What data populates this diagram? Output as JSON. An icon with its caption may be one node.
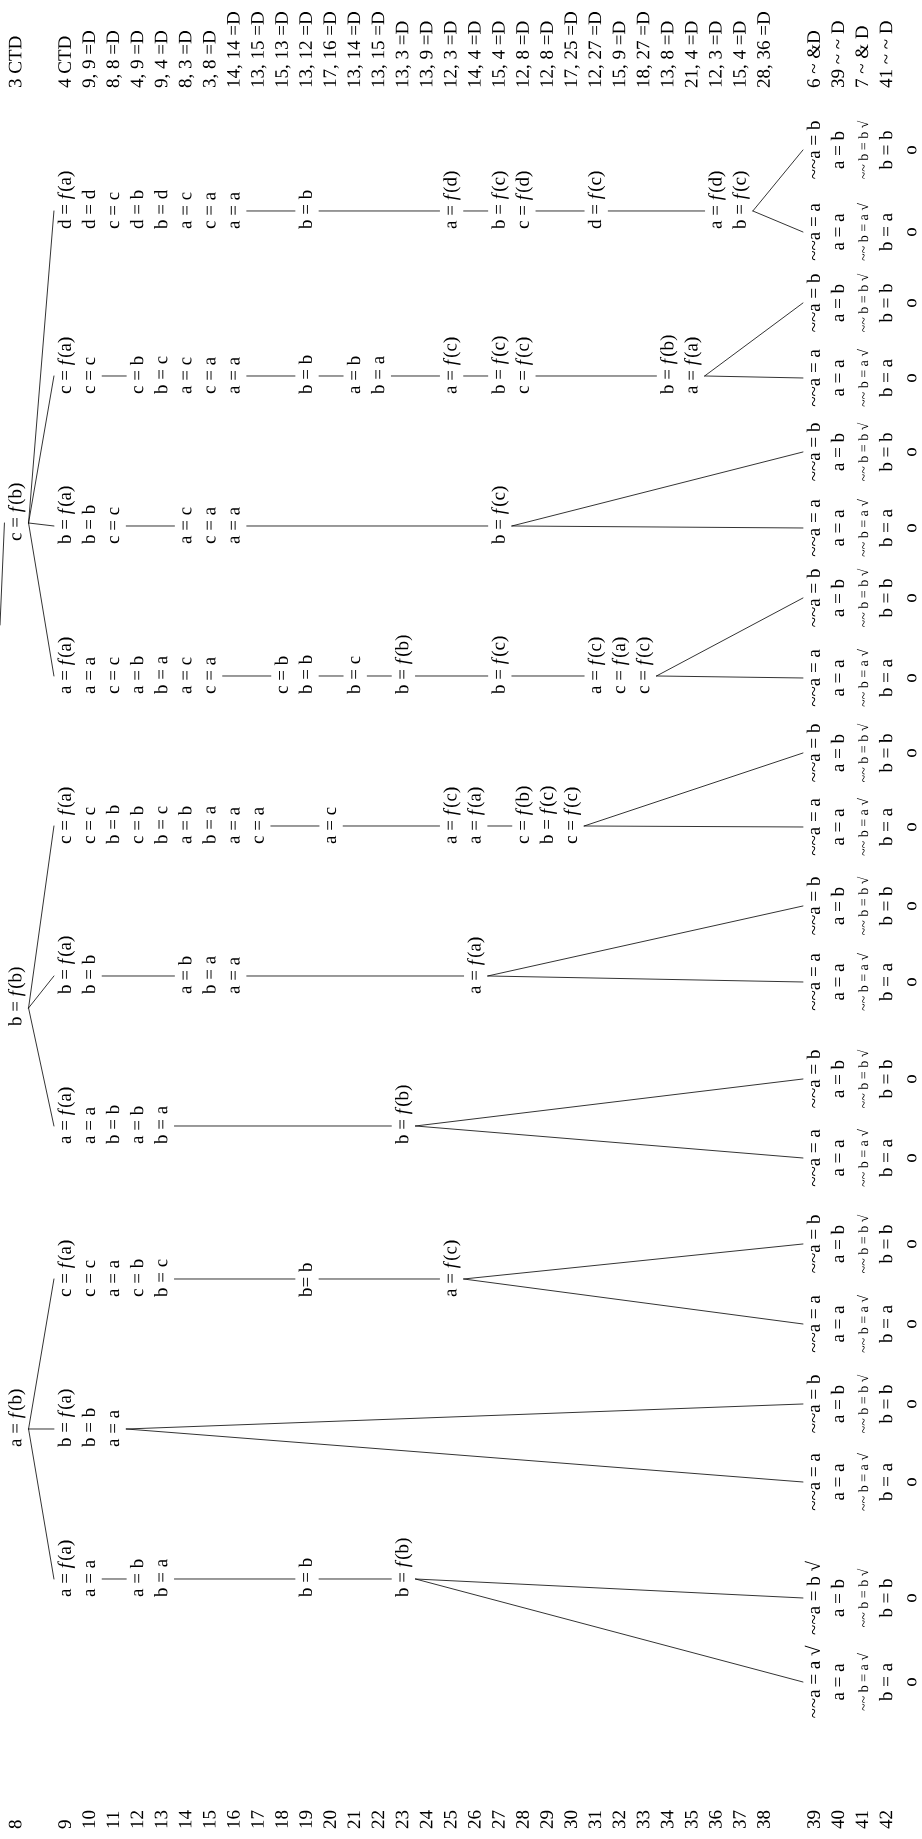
{
  "diagram": {
    "nodes": [
      {
        "text": [
          "a = *f*(b)"
        ]
      },
      {
        "text": [
          "b = *f*(b)"
        ]
      },
      {
        "text": [
          "c = *f*(b)"
        ]
      },
      {
        "text": [
          "a = *f*(a)",
          "a = a"
        ]
      },
      {
        "text": [
          "a = b",
          "b = a"
        ]
      },
      {
        "text": [
          "b = b"
        ]
      },
      {
        "text": [
          "b = *f*(b)"
        ]
      },
      {
        "text": [
          "~~a = a √",
          "a = a",
          "~~ b = a √",
          "b = a",
          "o"
        ]
      },
      {
        "text": [
          "~~a = b √",
          "a = b",
          "~~ b = b √",
          "b = b",
          "o"
        ]
      },
      {
        "text": [
          "b = *f*(a)",
          "b = b",
          "a = a"
        ]
      },
      {
        "text": [
          "~~a = a",
          "a = a",
          "~~ b = a √",
          "b = a",
          "o"
        ]
      },
      {
        "text": [
          "~~a = b",
          "a = b",
          "~~ b = b √",
          "b = b",
          "o"
        ]
      },
      {
        "text": [
          "c = *f*(a)",
          "c = c",
          "a = a",
          "c = b",
          "b = c"
        ]
      },
      {
        "text": [
          "b= b"
        ]
      },
      {
        "text": [
          "a = *f*(c)"
        ]
      },
      {
        "text": [
          "~~a = a",
          "a = a",
          "~~ b = a √",
          "b = a",
          "o"
        ]
      },
      {
        "text": [
          "~~a = b",
          "a = b",
          "~~ b = b √",
          "b = b",
          "o"
        ]
      },
      {
        "text": [
          "a = *f*(a)",
          "a = a",
          "b = b",
          "a = b",
          "b = a"
        ]
      },
      {
        "text": [
          "b = *f*(b)"
        ]
      },
      {
        "text": [
          "~~a = a",
          "a = a",
          "~~ b = a √",
          "b = a",
          "o"
        ]
      },
      {
        "text": [
          "~~a = b",
          "a = b",
          "~~ b = b √",
          "b = b",
          "o"
        ]
      },
      {
        "text": [
          "b = *f*(a)",
          "b = b"
        ]
      },
      {
        "text": [
          "a = b",
          "b = a",
          "a = a"
        ]
      },
      {
        "text": [
          "a = *f*(a)"
        ]
      },
      {
        "text": [
          "~~a = a",
          "a = a",
          "~~ b = a √",
          "b = a",
          "o"
        ]
      },
      {
        "text": [
          "~~a = b",
          "a = b",
          "~~ b = b √",
          "b = b",
          "o"
        ]
      },
      {
        "text": [
          "c = *f*(a)",
          "c = c",
          "b = b",
          "c = b",
          "b = c",
          "a = b",
          "b = a",
          "a = a",
          "c = a"
        ]
      },
      {
        "text": [
          "a = c"
        ]
      },
      {
        "text": [
          "a = *f*(c)",
          "a = *f*(a)"
        ]
      },
      {
        "text": [
          "c = *f*(b)",
          "b = *f*(c)",
          "c = *f*(c)"
        ]
      },
      {
        "text": [
          "~~a = a",
          "a = a",
          "~~ b = a √",
          "b = a",
          "o"
        ]
      },
      {
        "text": [
          "~~a = b",
          "a = b",
          "~~ b = b √",
          "b = b",
          "o"
        ]
      },
      {
        "text": [
          "a = *f*(a)",
          "a = a",
          "c = c",
          "a = b",
          "b = a",
          "a = c",
          "c = a"
        ]
      },
      {
        "text": [
          "c = b",
          "b = b"
        ]
      },
      {
        "text": [
          "b = c"
        ]
      },
      {
        "text": [
          "b = *f*(b)"
        ]
      },
      {
        "text": [
          "b = *f*(c)"
        ]
      },
      {
        "text": [
          "a = *f*(c)",
          "c = *f*(a)",
          "c = *f*(c)"
        ]
      },
      {
        "text": [
          "~~a = a",
          "a = a",
          "~~ b = a √",
          "b = a",
          "o"
        ]
      },
      {
        "text": [
          "~~a = b",
          "a = b",
          "~~ b = b √",
          "b = b",
          "o"
        ]
      },
      {
        "text": [
          "b = *f*(a)",
          "b = b",
          "c = c"
        ]
      },
      {
        "text": [
          "a = c",
          "c = a",
          "a = a"
        ]
      },
      {
        "text": [
          "b = *f*(c)"
        ]
      },
      {
        "text": [
          "~~a = a",
          "a = a",
          "~~ b = a √",
          "b = a",
          "o"
        ]
      },
      {
        "text": [
          "~~a = b",
          "a = b",
          "~~ b = b √",
          "b = b",
          "o"
        ]
      },
      {
        "text": [
          "c = *f*(a)",
          "c = c"
        ]
      },
      {
        "text": [
          "c = b",
          "b = c",
          "a = c",
          "c = a",
          "a = a"
        ]
      },
      {
        "text": [
          "b = b"
        ]
      },
      {
        "text": [
          "a = b",
          "b = a"
        ]
      },
      {
        "text": [
          "a = *f*(c)"
        ]
      },
      {
        "text": [
          "b = *f*(c)",
          "c = *f*(c)"
        ]
      },
      {
        "text": [
          "b = *f*(b)",
          "a = *f*(a)"
        ]
      },
      {
        "text": [
          "~~a = a",
          "a = a",
          "~~ b = a √",
          "b = a",
          "o"
        ]
      },
      {
        "text": [
          "~~a = b",
          "a = b",
          "~~ b = b √",
          "b = b",
          "o"
        ]
      },
      {
        "text": [
          "d = *f*(a)",
          "d = d",
          "c = c",
          "d = b",
          "b = d",
          "a = c",
          "c = a",
          "a = a"
        ]
      },
      {
        "text": [
          "b = b"
        ]
      },
      {
        "text": [
          "a = *f*(d)"
        ]
      },
      {
        "text": [
          "b = *f*(c)",
          "c = *f*(d)"
        ]
      },
      {
        "text": [
          "d = *f*(c)"
        ]
      },
      {
        "text": [
          "a = *f*(d)",
          "b = *f*(c)"
        ]
      },
      {
        "text": [
          "~~a = a",
          "a = a",
          "~~ b = a √",
          "b = a",
          "o"
        ]
      },
      {
        "text": [
          "~~a = b",
          "a = b",
          "~~ b = b √",
          "b = b",
          "o"
        ]
      }
    ],
    "edges": [
      {
        "from": null,
        "to": 2,
        "arrow": "none"
      },
      {
        "from": 0,
        "to": 3,
        "arrow": "none"
      },
      {
        "from": 0,
        "to": 9,
        "arrow": "none"
      },
      {
        "from": 0,
        "to": 12,
        "arrow": "none"
      },
      {
        "from": 1,
        "to": 17,
        "arrow": "none"
      },
      {
        "from": 1,
        "to": 21,
        "arrow": "none"
      },
      {
        "from": 1,
        "to": 26,
        "arrow": "none"
      },
      {
        "from": 2,
        "to": 32,
        "arrow": "none"
      },
      {
        "from": 2,
        "to": 40,
        "arrow": "none"
      },
      {
        "from": 2,
        "to": 45,
        "arrow": "none"
      },
      {
        "from": 2,
        "to": 54,
        "arrow": "none"
      },
      {
        "from": 3,
        "to": 4,
        "arrow": "none"
      },
      {
        "from": 4,
        "to": 5,
        "arrow": "none"
      },
      {
        "from": 5,
        "to": 6,
        "arrow": "none"
      },
      {
        "from": 6,
        "to": 7,
        "arrow": "none"
      },
      {
        "from": 6,
        "to": 8,
        "arrow": "none"
      },
      {
        "from": 9,
        "to": 10,
        "arrow": "none"
      },
      {
        "from": 9,
        "to": 11,
        "arrow": "none"
      },
      {
        "from": 12,
        "to": 13,
        "arrow": "none"
      },
      {
        "from": 13,
        "to": 14,
        "arrow": "none"
      },
      {
        "from": 14,
        "to": 15,
        "arrow": "none"
      },
      {
        "from": 14,
        "to": 16,
        "arrow": "none"
      },
      {
        "from": 17,
        "to": 18,
        "arrow": "none"
      },
      {
        "from": 18,
        "to": 19,
        "arrow": "none"
      },
      {
        "from": 18,
        "to": 20,
        "arrow": "none"
      },
      {
        "from": 21,
        "to": 22,
        "arrow": "none"
      },
      {
        "from": 22,
        "to": 23,
        "arrow": "none"
      },
      {
        "from": 23,
        "to": 24,
        "arrow": "none"
      },
      {
        "from": 23,
        "to": 25,
        "arrow": "none"
      },
      {
        "from": 26,
        "to": 27,
        "arrow": "none"
      },
      {
        "from": 27,
        "to": 28,
        "arrow": "none"
      },
      {
        "from": 28,
        "to": 29,
        "arrow": "none"
      },
      {
        "from": 29,
        "to": 30,
        "arrow": "none"
      },
      {
        "from": 29,
        "to": 31,
        "arrow": "none"
      },
      {
        "from": 32,
        "to": 33,
        "arrow": "none"
      },
      {
        "from": 33,
        "to": 34,
        "arrow": "none"
      },
      {
        "from": 34,
        "to": 35,
        "arrow": "none"
      },
      {
        "from": 35,
        "to": 36,
        "arrow": "none"
      },
      {
        "from": 36,
        "to": 37,
        "arrow": "none"
      },
      {
        "from": 37,
        "to": 38,
        "arrow": "none"
      },
      {
        "from": 37,
        "to": 39,
        "arrow": "none"
      },
      {
        "from": 40,
        "to": 41,
        "arrow": "none"
      },
      {
        "from": 41,
        "to": 42,
        "arrow": "none"
      },
      {
        "from": 42,
        "to": 43,
        "arrow": "none"
      },
      {
        "from": 42,
        "to": 44,
        "arrow": "none"
      },
      {
        "from": 45,
        "to": 46,
        "arrow": "none"
      },
      {
        "from": 46,
        "to": 47,
        "arrow": "none"
      },
      {
        "from": 47,
        "to": 48,
        "arrow": "none"
      },
      {
        "from": 48,
        "to": 49,
        "arrow": "none"
      },
      {
        "from": 49,
        "to": 50,
        "arrow": "none"
      },
      {
        "from": 50,
        "to": 51,
        "arrow": "none"
      },
      {
        "from": 51,
        "to": 52,
        "arrow": "none"
      },
      {
        "from": 51,
        "to": 53,
        "arrow": "none"
      },
      {
        "from": 54,
        "to": 55,
        "arrow": "none"
      },
      {
        "from": 55,
        "to": 56,
        "arrow": "none"
      },
      {
        "from": 56,
        "to": 57,
        "arrow": "none"
      },
      {
        "from": 57,
        "to": 58,
        "arrow": "none"
      },
      {
        "from": 58,
        "to": 59,
        "arrow": "none"
      },
      {
        "from": 59,
        "to": 60,
        "arrow": "none"
      },
      {
        "from": 59,
        "to": 61,
        "arrow": "none"
      }
    ],
    "labels": [
      "8",
      "9",
      "10",
      "11",
      "12",
      "13",
      "14",
      "15",
      "16",
      "17",
      "18",
      "19",
      "20",
      "21",
      "22",
      "23",
      "24",
      "25",
      "26",
      "27",
      "28",
      "29",
      "30",
      "31",
      "32",
      "33",
      "34",
      "35",
      "36",
      "37",
      "38",
      "39",
      "40",
      "41",
      "42",
      "3 CTD",
      "4 CTD",
      "9, 9 =D",
      "8, 8 =D",
      "4, 9 =D",
      "9, 4 =D",
      "8, 3 =D",
      "3, 8 =D",
      "14, 14 =D",
      "13, 15 =D",
      "15, 13 =D",
      "13, 12 =D",
      "17, 16 =D",
      "13, 14 =D",
      "13, 15 =D",
      "13, 3 =D",
      "13, 9 =D",
      "12, 3 =D",
      "14, 4 =D",
      "15, 4 =D",
      "12, 8 =D",
      "12, 8 =D",
      "17, 25 =D",
      "12, 27 =D",
      "15, 9 =D",
      "18, 27 =D",
      "13, 8 =D",
      "21, 4 =D",
      "12, 3 =D",
      "15, 4 =D",
      "28, 36 =D",
      "6 ~ &D",
      "39 ~ ~ D",
      "7 ~ & D",
      "41 ~ ~ D"
    ]
  }
}
